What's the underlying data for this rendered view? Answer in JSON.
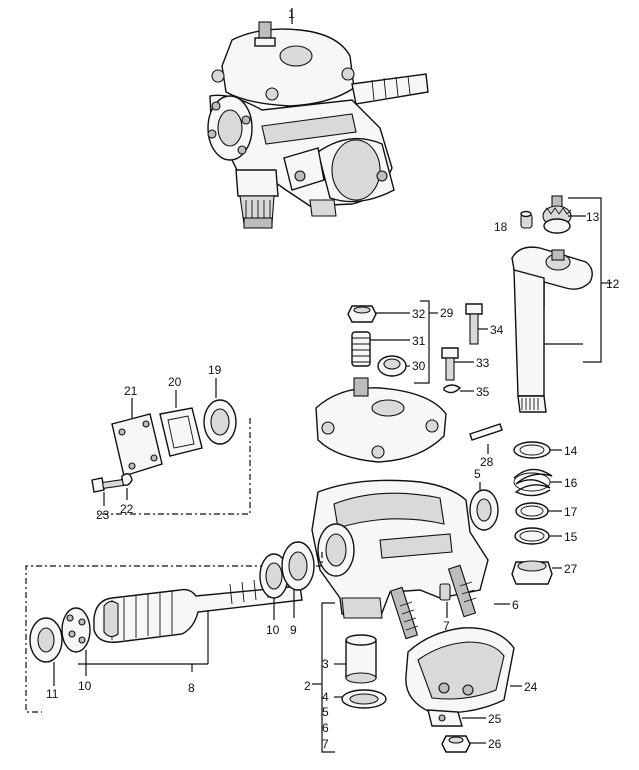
{
  "labels": {
    "l1": "1",
    "l2": "2",
    "l3": "3",
    "l4": "4",
    "l5": "5",
    "l6": "6",
    "l7": "7",
    "l8": "8",
    "l9": "9",
    "l10": "10",
    "l11": "11",
    "l12": "12",
    "l13": "13",
    "l14": "14",
    "l15": "15",
    "l16": "16",
    "l17": "17",
    "l18": "18",
    "l19": "19",
    "l20": "20",
    "l21": "21",
    "l22": "22",
    "l23": "23",
    "l24": "24",
    "l25": "25",
    "l26": "26",
    "l27": "27",
    "l28": "28",
    "l29": "29",
    "l30": "30",
    "l31": "31",
    "l32": "32",
    "l33": "33",
    "l34": "34",
    "l35": "35"
  },
  "group_labels": {
    "g2_list": [
      "3",
      "4",
      "5",
      "6",
      "7"
    ]
  }
}
